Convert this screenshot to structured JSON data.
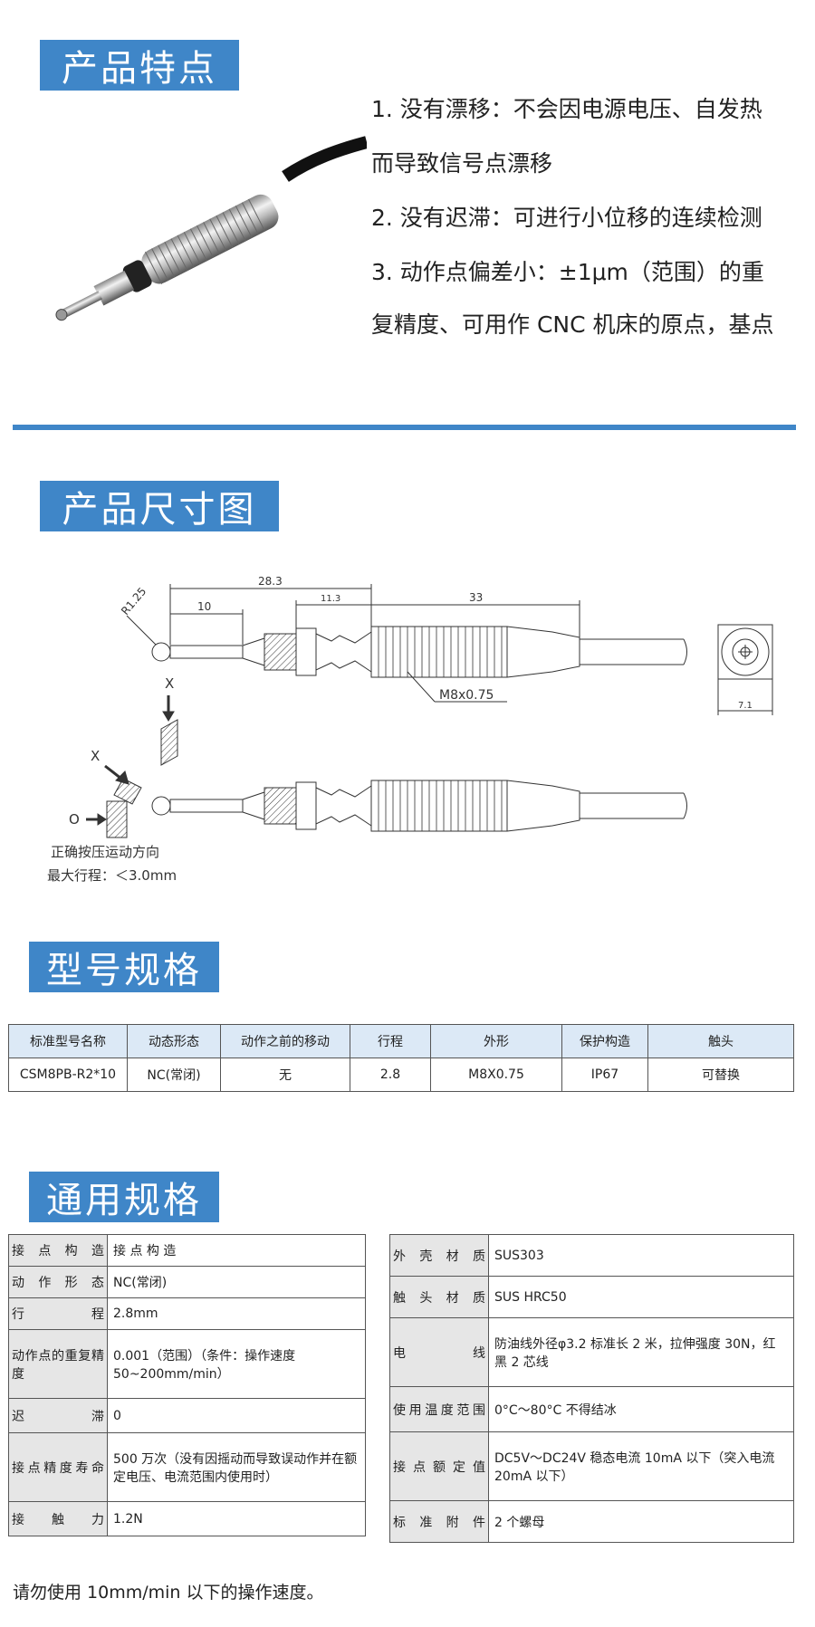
{
  "sections": {
    "features": "产品特点",
    "dimensions": "产品尺寸图",
    "model": "型号规格",
    "general": "通用规格"
  },
  "features": [
    "1. 没有漂移：不会因电源电压、自发热",
    "而导致信号点漂移",
    "2. 没有迟滞：可进行小位移的连续检测",
    "3. 动作点偏差小：±1μm（范围）的重",
    "复精度、可用作 CNC 机床的原点，基点"
  ],
  "drawing": {
    "dim_total": "28.3",
    "dim_tip": "10",
    "dim_collar": "11.3",
    "dim_thread": "33",
    "radius": "R1.25",
    "thread": "M8x0.75",
    "width": "7.1",
    "dir_x_top": "X",
    "dir_x_side": "X",
    "dir_o": "O",
    "caption1": "正确按压运动方向",
    "caption2": "最大行程：＜3.0mm"
  },
  "model_table": {
    "headers": [
      "标准型号名称",
      "动态形态",
      "动作之前的移动",
      "行程",
      "外形",
      "保护构造",
      "触头"
    ],
    "row": [
      "CSM8PB-R2*10",
      "NC(常闭)",
      "无",
      "2.8",
      "M8X0.75",
      "IP67",
      "可替换"
    ]
  },
  "spec_left": [
    {
      "k": "接点构造",
      "v": "接 点 构 造"
    },
    {
      "k": "动作形态",
      "v": "NC(常闭)"
    },
    {
      "k": "行程",
      "v": "2.8mm"
    },
    {
      "k": "动作点的重复精度",
      "v": "0.001（范围）（条件：操作速度 50~200mm/min）"
    },
    {
      "k": "迟滞",
      "v": "0"
    },
    {
      "k": "接点精度寿命",
      "v": "500 万次（没有因摇动而导致误动作并在额定电压、电流范围内使用时）"
    },
    {
      "k": "接触力",
      "v": "1.2N"
    }
  ],
  "spec_right": [
    {
      "k": "外壳材质",
      "v": "SUS303"
    },
    {
      "k": "触头材质",
      "v": "SUS HRC50"
    },
    {
      "k": "电线",
      "v": "防油线外径φ3.2 标准长 2 米，拉伸强度 30N，红黑 2 芯线"
    },
    {
      "k": "使用温度范围",
      "v": "0°C～80°C 不得结冰"
    },
    {
      "k": "接点额定值",
      "v": "DC5V～DC24V 稳态电流 10mA 以下（突入电流 20mA 以下）"
    },
    {
      "k": "标准附件",
      "v": "2 个螺母"
    }
  ],
  "note": "请勿使用 10mm/min 以下的操作速度。"
}
